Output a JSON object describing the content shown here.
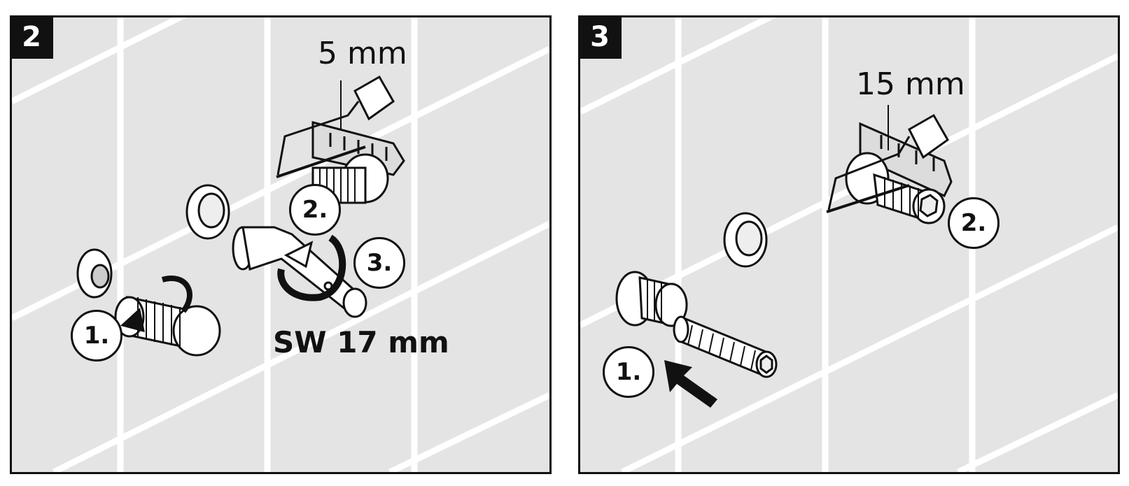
{
  "panels": [
    {
      "step": "2",
      "dimension": "5 mm",
      "wrench": "SW 17 mm",
      "sub_steps": [
        "1.",
        "2.",
        "3."
      ]
    },
    {
      "step": "3",
      "dimension": "15 mm",
      "sub_steps": [
        "1.",
        "2."
      ]
    }
  ],
  "colors": {
    "tile": "#e4e4e4",
    "grout": "#ffffff",
    "ink": "#111111"
  },
  "icons": [
    "hacksaw-icon",
    "ruler-icon",
    "threaded-nipple-icon",
    "cover-cap-icon",
    "extension-tube-icon",
    "rotate-arrow-icon",
    "push-arrow-icon"
  ]
}
